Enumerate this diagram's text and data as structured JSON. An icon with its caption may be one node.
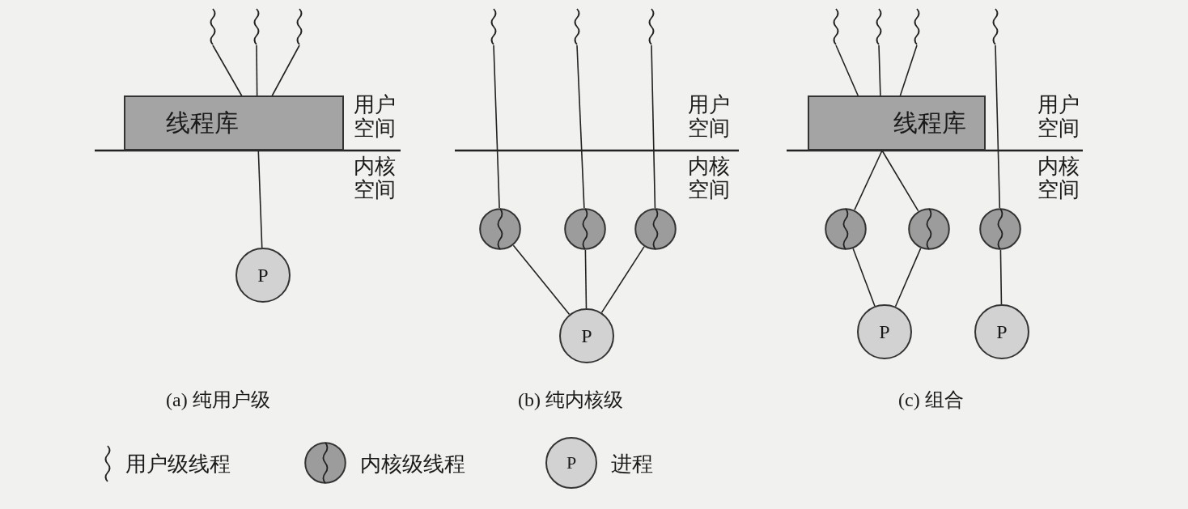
{
  "diagram": {
    "nodes": [
      {
        "text": [],
        "shape": "squiggle"
      },
      {
        "text": [],
        "shape": "squiggle"
      },
      {
        "text": [],
        "shape": "squiggle"
      },
      {
        "text": [
          "线程库"
        ]
      },
      {
        "text": [
          "P"
        ]
      },
      {
        "text": [],
        "shape": "squiggle"
      },
      {
        "text": [],
        "shape": "squiggle"
      },
      {
        "text": [],
        "shape": "squiggle"
      },
      {
        "text": [],
        "shape": "circle"
      },
      {
        "text": [],
        "shape": "circle"
      },
      {
        "text": [],
        "shape": "circle"
      },
      {
        "text": [
          "P"
        ]
      },
      {
        "text": [],
        "shape": "squiggle"
      },
      {
        "text": [],
        "shape": "squiggle"
      },
      {
        "text": [],
        "shape": "squiggle"
      },
      {
        "text": [],
        "shape": "squiggle"
      },
      {
        "text": [
          "线程库"
        ]
      },
      {
        "text": [],
        "shape": "circle"
      },
      {
        "text": [],
        "shape": "circle"
      },
      {
        "text": [],
        "shape": "circle"
      },
      {
        "text": [
          "P"
        ]
      },
      {
        "text": [
          "P"
        ]
      }
    ],
    "edges": [
      {
        "from": 0,
        "to": 3,
        "arrow": "none"
      },
      {
        "from": 1,
        "to": 3,
        "arrow": "none"
      },
      {
        "from": 2,
        "to": 3,
        "arrow": "none"
      },
      {
        "from": 3,
        "to": 4,
        "arrow": "none"
      },
      {
        "from": 5,
        "to": 8,
        "arrow": "none"
      },
      {
        "from": 6,
        "to": 9,
        "arrow": "none"
      },
      {
        "from": 7,
        "to": 10,
        "arrow": "none"
      },
      {
        "from": 8,
        "to": 11,
        "arrow": "none"
      },
      {
        "from": 9,
        "to": 11,
        "arrow": "none"
      },
      {
        "from": 10,
        "to": 11,
        "arrow": "none"
      },
      {
        "from": 12,
        "to": 16,
        "arrow": "none"
      },
      {
        "from": 13,
        "to": 16,
        "arrow": "none"
      },
      {
        "from": 14,
        "to": 16,
        "arrow": "none"
      },
      {
        "from": 16,
        "to": 17,
        "arrow": "none"
      },
      {
        "from": 16,
        "to": 18,
        "arrow": "none"
      },
      {
        "from": 15,
        "to": 19,
        "arrow": "none"
      },
      {
        "from": 17,
        "to": 20,
        "arrow": "none"
      },
      {
        "from": 18,
        "to": 20,
        "arrow": "none"
      },
      {
        "from": 19,
        "to": 21,
        "arrow": "none"
      }
    ],
    "labels": [
      "用户空间",
      "内核空间",
      "用户空间",
      "内核空间",
      "用户空间",
      "内核空间",
      "(a) 纯用户级",
      "(b) 纯内核级",
      "(c) 组合",
      "P"
    ],
    "legend": [
      {
        "text": "用户级线程"
      },
      {
        "text": "内核级线程"
      },
      {
        "text": "进程"
      }
    ]
  }
}
